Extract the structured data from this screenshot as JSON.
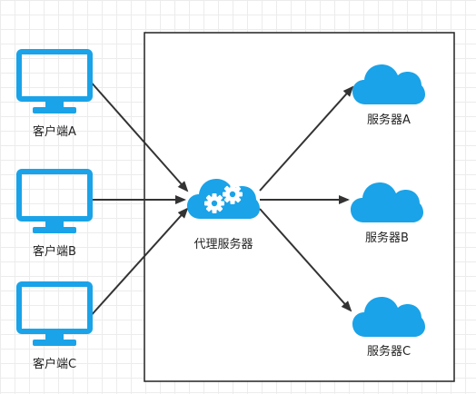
{
  "colors": {
    "icon_blue": "#1aa3e8",
    "arrow": "#333333",
    "frame": "#222222"
  },
  "clients": [
    {
      "label": "客户端A",
      "icon": "monitor-icon"
    },
    {
      "label": "客户端B",
      "icon": "monitor-icon"
    },
    {
      "label": "客户端C",
      "icon": "monitor-icon"
    }
  ],
  "proxy": {
    "label": "代理服务器",
    "icon": "gear-cloud-icon"
  },
  "servers": [
    {
      "label": "服务器A",
      "icon": "cloud-icon"
    },
    {
      "label": "服务器B",
      "icon": "cloud-icon"
    },
    {
      "label": "服务器C",
      "icon": "cloud-icon"
    }
  ]
}
